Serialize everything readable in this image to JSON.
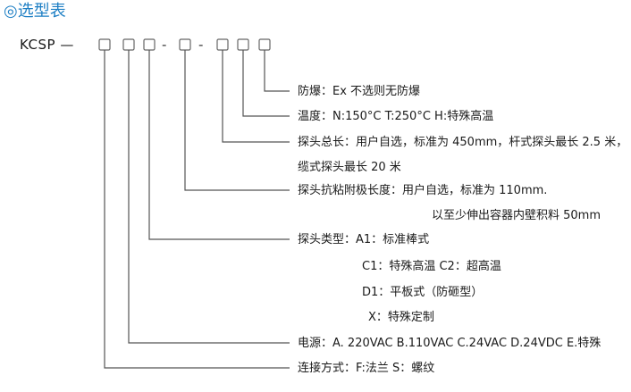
{
  "title": "◎选型表",
  "model_prefix": "KCSP —",
  "code_separators": [
    "-",
    "-"
  ],
  "options": {
    "explosion": "防爆：Ex 不选则无防爆",
    "temperature": "温度：N:150°C  T:250°C H:特殊高温",
    "probe_length_1": "探头总长：用户自选，标准为 450mm，杆式探头最长 2.5 米，",
    "probe_length_2": "缆式探头最长 20 米",
    "anti_stick_1": "探头抗粘附极长度：用户自选，标准为 110mm.",
    "anti_stick_2": "以至少伸出容器内壁积料 50mm",
    "probe_type_1": "探头类型：A1：标准棒式",
    "probe_type_2": "C1：特殊高温 C2：超高温",
    "probe_type_3": "D1：平板式（防砸型）",
    "probe_type_4": "X：特殊定制",
    "power": "电源：A. 220VAC B.110VAC C.24VAC D.24VDC E.特殊",
    "connection": "连接方式：F:法兰 S：螺纹"
  }
}
